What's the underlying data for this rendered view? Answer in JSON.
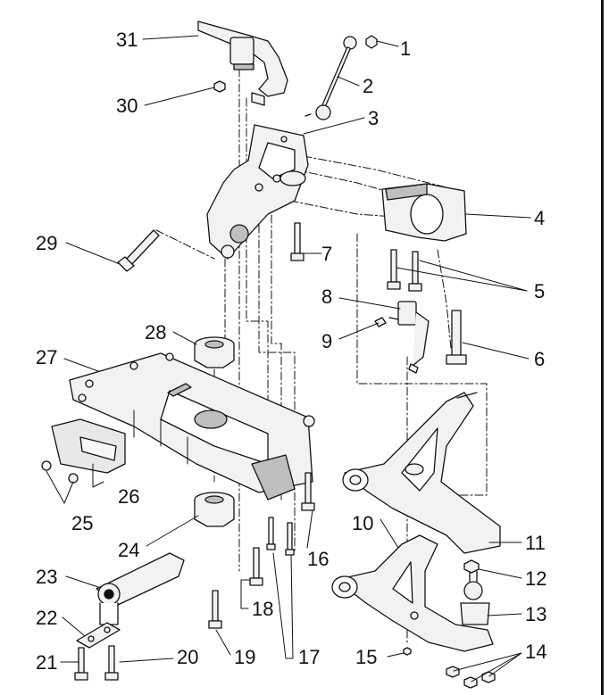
{
  "callouts": [
    {
      "id": "c1",
      "label": "1"
    },
    {
      "id": "c2",
      "label": "2"
    },
    {
      "id": "c3",
      "label": "3"
    },
    {
      "id": "c4",
      "label": "4"
    },
    {
      "id": "c5",
      "label": "5"
    },
    {
      "id": "c6",
      "label": "6"
    },
    {
      "id": "c7",
      "label": "7"
    },
    {
      "id": "c8",
      "label": "8"
    },
    {
      "id": "c9",
      "label": "9"
    },
    {
      "id": "c10",
      "label": "10"
    },
    {
      "id": "c11",
      "label": "11"
    },
    {
      "id": "c12",
      "label": "12"
    },
    {
      "id": "c13",
      "label": "13"
    },
    {
      "id": "c14",
      "label": "14"
    },
    {
      "id": "c15",
      "label": "15"
    },
    {
      "id": "c16",
      "label": "16"
    },
    {
      "id": "c17",
      "label": "17"
    },
    {
      "id": "c18",
      "label": "18"
    },
    {
      "id": "c19",
      "label": "19"
    },
    {
      "id": "c20",
      "label": "20"
    },
    {
      "id": "c21",
      "label": "21"
    },
    {
      "id": "c22",
      "label": "22"
    },
    {
      "id": "c23",
      "label": "23"
    },
    {
      "id": "c24",
      "label": "24"
    },
    {
      "id": "c25",
      "label": "25"
    },
    {
      "id": "c26",
      "label": "26"
    },
    {
      "id": "c27",
      "label": "27"
    },
    {
      "id": "c28",
      "label": "28"
    },
    {
      "id": "c29",
      "label": "29"
    },
    {
      "id": "c30",
      "label": "30"
    },
    {
      "id": "c31",
      "label": "31"
    }
  ],
  "colors": {
    "line": "#111111",
    "part_fill": "#f2f2f2",
    "shade": "#bfbfbf"
  }
}
